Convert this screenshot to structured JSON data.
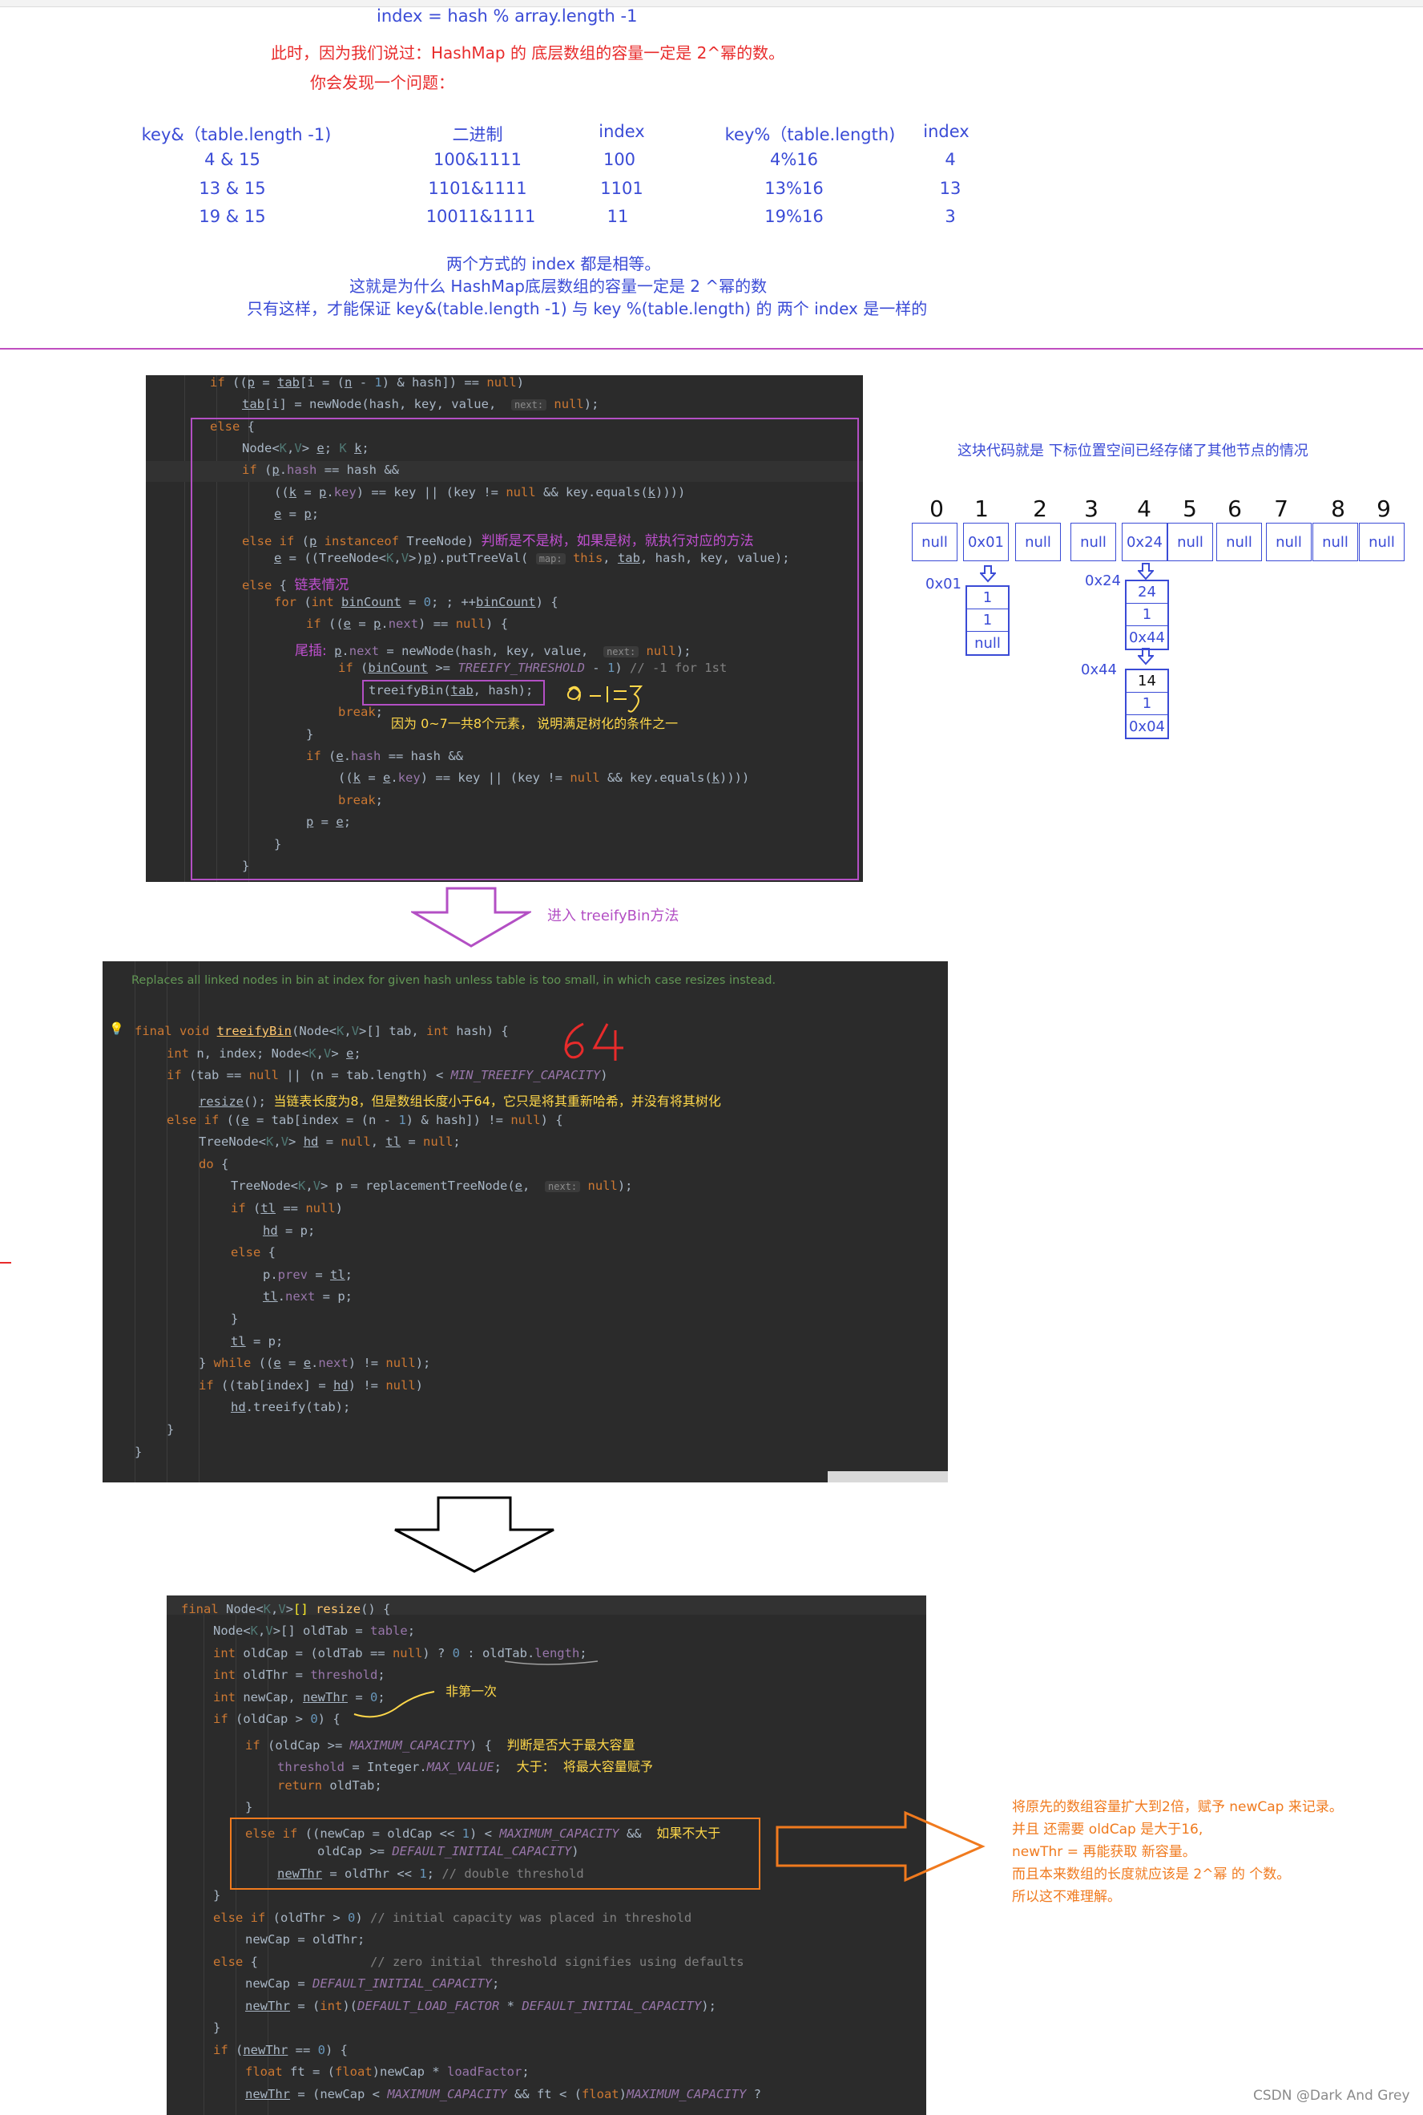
{
  "top_formula": "index = hash % array.length -1",
  "intro": {
    "line1_a": "此时，因为我们说过：",
    "line1_b": "HashMap 的 底层数组的容量一定是 2^幂的数。",
    "line2": "你会发现一个问题："
  },
  "compare_table": {
    "headers": [
      "key&（table.length -1)",
      "二进制",
      "index",
      "key%（table.length)",
      "index"
    ],
    "rows": [
      [
        "4 & 15",
        "100&1111",
        "100",
        "4%16",
        "4"
      ],
      [
        "13 & 15",
        "1101&1111",
        "1101",
        "13%16",
        "13"
      ],
      [
        "19 & 15",
        "10011&1111",
        "11",
        "19%16",
        "3"
      ]
    ]
  },
  "conclusion": {
    "line1": "两个方式的 index  都是相等。",
    "line2": "这就是为什么 HashMap底层数组的容量一定是 2 ^幂的数",
    "line3": "只有这样，才能保证 key&(table.length -1)  与 key %(table.length) 的 两个 index 是一样的"
  },
  "code1": {
    "lines": [
      {
        "l": "if ((p = tab[i = (n - 1) & hash]) == null)"
      },
      {
        "l": "tab[i] = newNode(hash, key, value,",
        "hint": "next:",
        "tail": "null);"
      },
      {
        "l": "else {"
      },
      {
        "l": "Node<K,V> e; K k;"
      },
      {
        "l": "if (p.hash == hash &&"
      },
      {
        "l": "((k = p.key) == key || (key != null && key.equals(k))))"
      },
      {
        "l": "e = p;"
      },
      {
        "l": "else if (p instanceof TreeNode)"
      },
      {
        "l": "e = ((TreeNode<K,V>)p).putTreeVal(",
        "hint": "map:",
        "tail": "this, tab, hash, key, value);"
      },
      {
        "l": "else {"
      },
      {
        "l": "for (int binCount = 0; ; ++binCount) {"
      },
      {
        "l": "if ((e = p.next) == null) {"
      },
      {
        "l": "p.next = newNode(hash, key, value,",
        "hint": "next:",
        "tail": "null);"
      },
      {
        "l": "if (binCount >= TREEIFY_THRESHOLD - 1) // -1 for 1st"
      },
      {
        "l": "treeifyBin(tab, hash);"
      },
      {
        "l": "break;"
      },
      {
        "l": "}"
      },
      {
        "l": "if (e.hash == hash &&"
      },
      {
        "l": "((k = e.key) == key || (key != null && key.equals(k))))"
      },
      {
        "l": "break;"
      },
      {
        "l": "p = e;"
      },
      {
        "l": "}"
      },
      {
        "l": "}"
      }
    ],
    "ann_tree": "判断是不是树，如果是树，就执行对应的方法",
    "ann_list": "链表情况",
    "ann_tail": "尾插:",
    "ann_reason": "因为 0~7一共8个元素，  说明满足树化的条件之一",
    "handwriting": "8-1=7"
  },
  "diagram": {
    "caption": "这块代码就是 下标位置空间已经存储了其他节点的情况",
    "indices": [
      "0",
      "1",
      "2",
      "3",
      "4",
      "5",
      "6",
      "7",
      "8",
      "9"
    ],
    "buckets": [
      "null",
      "0x01",
      "null",
      "null",
      "0x24",
      "null",
      "null",
      "null",
      "null",
      "null"
    ],
    "label_0x01": "0x01",
    "node_0x01": [
      "1",
      "1",
      "null"
    ],
    "label_0x24": "0x24",
    "node_0x24": [
      "24",
      "1",
      "0x44"
    ],
    "label_0x44": "0x44",
    "node_0x44": [
      "14",
      "1",
      "0x04"
    ]
  },
  "enter_treeify": "进入 treeifyBin方法",
  "code2": {
    "doc": "Replaces all linked nodes in bin at index for given hash unless table is too small, in which case resizes instead.",
    "lines": [
      {
        "l": "final void treeifyBin(Node<K,V>[] tab, int hash) {"
      },
      {
        "l": "int n, index; Node<K,V> e;"
      },
      {
        "l": "if (tab == null || (n = tab.length) < MIN_TREEIFY_CAPACITY)"
      },
      {
        "l": "resize();"
      },
      {
        "l": "else if ((e = tab[index = (n - 1) & hash]) != null) {"
      },
      {
        "l": "TreeNode<K,V> hd = null, tl = null;"
      },
      {
        "l": "do {"
      },
      {
        "l": "TreeNode<K,V> p = replacementTreeNode(e,",
        "hint": "next:",
        "tail": "null);"
      },
      {
        "l": "if (tl == null)"
      },
      {
        "l": "hd = p;"
      },
      {
        "l": "else {"
      },
      {
        "l": "p.prev = tl;"
      },
      {
        "l": "tl.next = p;"
      },
      {
        "l": "}"
      },
      {
        "l": "tl = p;"
      },
      {
        "l": "} while ((e = e.next) != null);"
      },
      {
        "l": "if ((tab[index] = hd) != null)"
      },
      {
        "l": "hd.treeify(tab);"
      },
      {
        "l": "}"
      },
      {
        "l": "}"
      }
    ],
    "ann_resize": "当链表长度为8，但是数组长度小于64，它只是将其重新哈希，并没有将其树化",
    "handwriting": "64"
  },
  "code3": {
    "lines": [
      {
        "l": "final Node<K,V>[] resize() {"
      },
      {
        "l": "Node<K,V>[] oldTab = table;"
      },
      {
        "l": "int oldCap = (oldTab == null) ? 0 : oldTab.length;"
      },
      {
        "l": "int oldThr = threshold;"
      },
      {
        "l": "int newCap, newThr = 0;"
      },
      {
        "l": "if (oldCap > 0) {"
      },
      {
        "l": "if (oldCap >= MAXIMUM_CAPACITY) {"
      },
      {
        "l": "threshold = Integer.MAX_VALUE;"
      },
      {
        "l": "return oldTab;"
      },
      {
        "l": "}"
      },
      {
        "l": "else if ((newCap = oldCap << 1) < MAXIMUM_CAPACITY &&"
      },
      {
        "l": "oldCap >= DEFAULT_INITIAL_CAPACITY)"
      },
      {
        "l": "newThr = oldThr << 1; // double threshold"
      },
      {
        "l": "}"
      },
      {
        "l": "else if (oldThr > 0) // initial capacity was placed in threshold"
      },
      {
        "l": "newCap = oldThr;"
      },
      {
        "l": "else {               // zero initial threshold signifies using defaults"
      },
      {
        "l": "newCap = DEFAULT_INITIAL_CAPACITY;"
      },
      {
        "l": "newThr = (int)(DEFAULT_LOAD_FACTOR * DEFAULT_INITIAL_CAPACITY);"
      },
      {
        "l": "}"
      },
      {
        "l": "if (newThr == 0) {"
      },
      {
        "l": "float ft = (float)newCap * loadFactor;"
      },
      {
        "l": "newThr = (newCap < MAXIMUM_CAPACITY && ft < (float)MAXIMUM_CAPACITY ?"
      }
    ],
    "ann_not_first": "非第一次",
    "ann_max": "判断是否大于最大容量",
    "ann_bigger": "大于：  将最大容量赋予",
    "ann_not_bigger": "如果不大于"
  },
  "resize_note": [
    "将原先的数组容量扩大到2倍，赋予 newCap 来记录。",
    "并且 还需要 oldCap 是大于16,",
    "newThr = 再能获取 新容量。",
    "而且本来数组的长度就应该是 2^幂 的 个数。",
    "所以这不难理解。"
  ],
  "watermark": "CSDN @Dark And Grey"
}
